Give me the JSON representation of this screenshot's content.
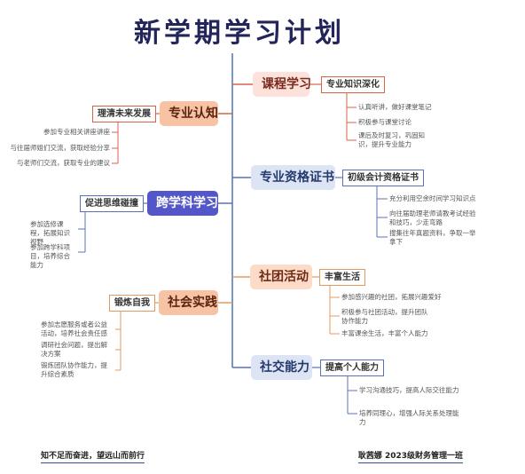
{
  "title": "新学期学习计划",
  "branches": {
    "course": {
      "label": "课程学习",
      "sub": "专业知识深化",
      "leaves": [
        "认真听讲，做好课堂笔记",
        "积极参与课堂讨论",
        "课后及时复习，巩固知识，提升专业能力"
      ]
    },
    "cert": {
      "label": "专业资格证书",
      "sub": "初级会计资格证书",
      "leaves": [
        "充分利用空余时间学习知识点",
        "向往届助理老师请教考试经验和技巧，少走弯路",
        "搜集往年真题资料，争取一举拿下"
      ]
    },
    "club": {
      "label": "社团活动",
      "sub": "丰富生活",
      "leaves": [
        "参加感兴趣的社团，拓展兴趣爱好",
        "积极参与社团活动，提升团队协作能力",
        "丰富课余生活，丰富个人能力"
      ]
    },
    "social": {
      "label": "社交能力",
      "sub": "提高个人能力",
      "leaves": [
        "学习沟通技巧，提高人际交往能力",
        "培养同理心，增强人际关系处理能力"
      ]
    },
    "cognition": {
      "label": "专业认知",
      "sub": "理清未来发展",
      "leaves": [
        "参加专业相关讲座讲座",
        "与往届师姐们交流，获取经验分享",
        "与老师们交流，获取专业的建议"
      ]
    },
    "cross": {
      "label": "跨学科学习",
      "sub": "促进思维碰撞",
      "leaves": [
        "参加选修课程，拓展知识视野",
        "参加跨学科项目，培养综合能力"
      ]
    },
    "practice": {
      "label": "社会实践",
      "sub": "锻炼自我",
      "leaves": [
        "参加志愿服务或者公益活动，培养社会责任感",
        "调研社会问题，提出解决方案",
        "锻炼团队协作能力，提升综合素质"
      ]
    }
  },
  "footer": {
    "motto": "知不足而奋进，望远山而前行",
    "author": "耿茜娜  2023级财务管理一班"
  },
  "colors": {
    "title": "#22245a",
    "trunk": "#7b94cc",
    "pink_branch": "#d9624b",
    "blue_branch": "#5a70b8",
    "orange_branch": "#e39a61",
    "purple_node": "#5356c8"
  }
}
